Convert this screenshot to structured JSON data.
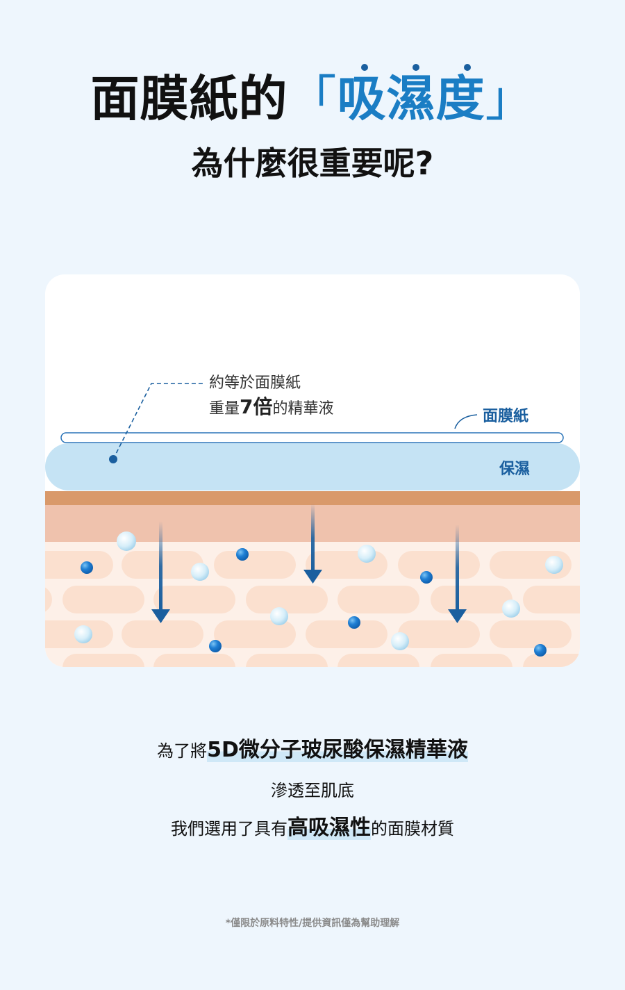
{
  "title": {
    "part1": "面膜紙的",
    "bracket_open": "「",
    "highlight": "吸濕度",
    "bracket_close": "」",
    "subtitle": "為什麼很重要呢?"
  },
  "diagram": {
    "note_line1": "約等於面膜紙",
    "note_line2_prefix": "重量",
    "note_line2_big": "7倍",
    "note_line2_suffix": "的精華液",
    "mask_label": "面膜紙",
    "moisture_label": "保濕",
    "colors": {
      "moisture_layer": "#c5e3f4",
      "skin_top": "#d9996a",
      "skin_layer": "#efc2ad",
      "skin_cells": "#fbe3d5",
      "arrow": "#1a5f9f",
      "drop_dark": "#1f7fd4",
      "drop_light": "#cdeaf6"
    }
  },
  "description": {
    "line1_prefix": "為了將",
    "line1_em": "5D微分子玻尿酸保濕精華液",
    "line2": "滲透至肌底",
    "line3_prefix": "我們選用了具有",
    "line3_em": "高吸濕性",
    "line3_suffix": "的面膜材質"
  },
  "disclaimer": "*僅限於原料特性/提供資訊僅為幫助理解"
}
